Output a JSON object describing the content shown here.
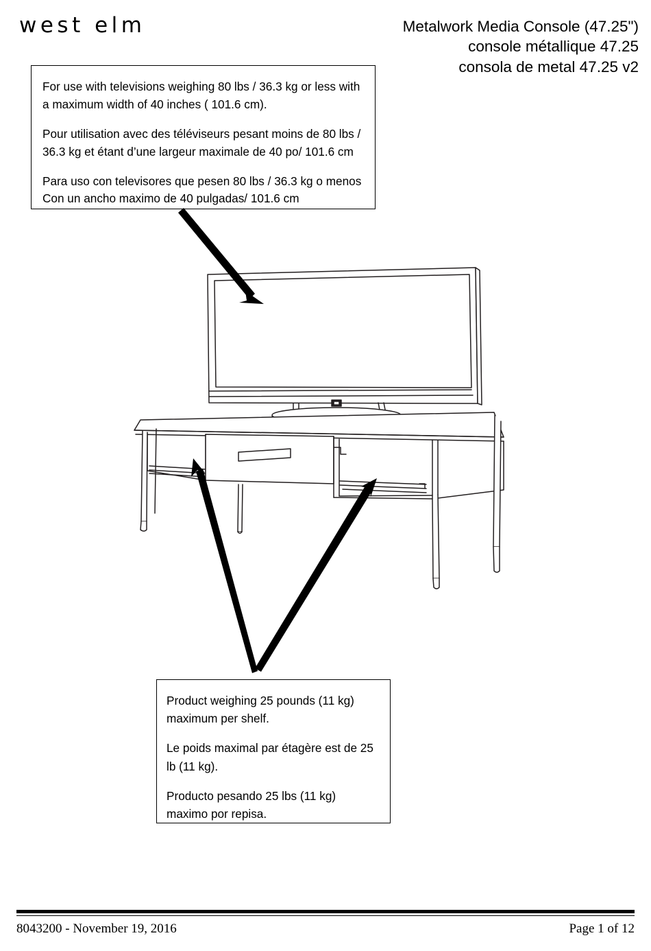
{
  "document": {
    "brand": "west elm",
    "titles": [
      "Metalwork Media Console (47.25\")",
      "console métallique 47.25",
      "consola de metal 47.25 v2"
    ]
  },
  "callouts": {
    "tv_weight": {
      "name": "tv-weight-limit-callout",
      "english": "For use with televisions weighing  80 lbs / 36.3 kg or less with a maximum width of  40 inches ( 101.6 cm).",
      "french": "Pour utilisation avec des téléviseurs pesant moins de 80 lbs / 36.3 kg et étant d’une largeur maximale de 40 po/ 101.6 cm",
      "spanish": "Para uso con televisores que pesen 80 lbs / 36.3 kg o menos Con un ancho maximo de 40 pulgadas/ 101.6 cm"
    },
    "shelf_weight": {
      "name": "shelf-weight-limit-callout",
      "english": "Product weighing 25 pounds (11 kg) maximum per shelf.",
      "french": "Le poids maximal par étagère est de 25 lb (11 kg).",
      "spanish": "Producto pesando 25 lbs (11 kg) maximo por repisa."
    }
  },
  "illustration": {
    "name": "media-console-with-television-diagram",
    "television_label": "television",
    "console_label": "metalwork media console",
    "left_shelf_label": "left open shelf",
    "right_shelf_label": "right open shelf",
    "drawer_label": "center drawer"
  },
  "footer": {
    "document_id_and_date": "8043200 - November 19, 2016",
    "page_indicator": "Page 1 of 12"
  },
  "colors": {
    "ink": "#000000",
    "paper": "#ffffff",
    "line": "#231f20"
  }
}
